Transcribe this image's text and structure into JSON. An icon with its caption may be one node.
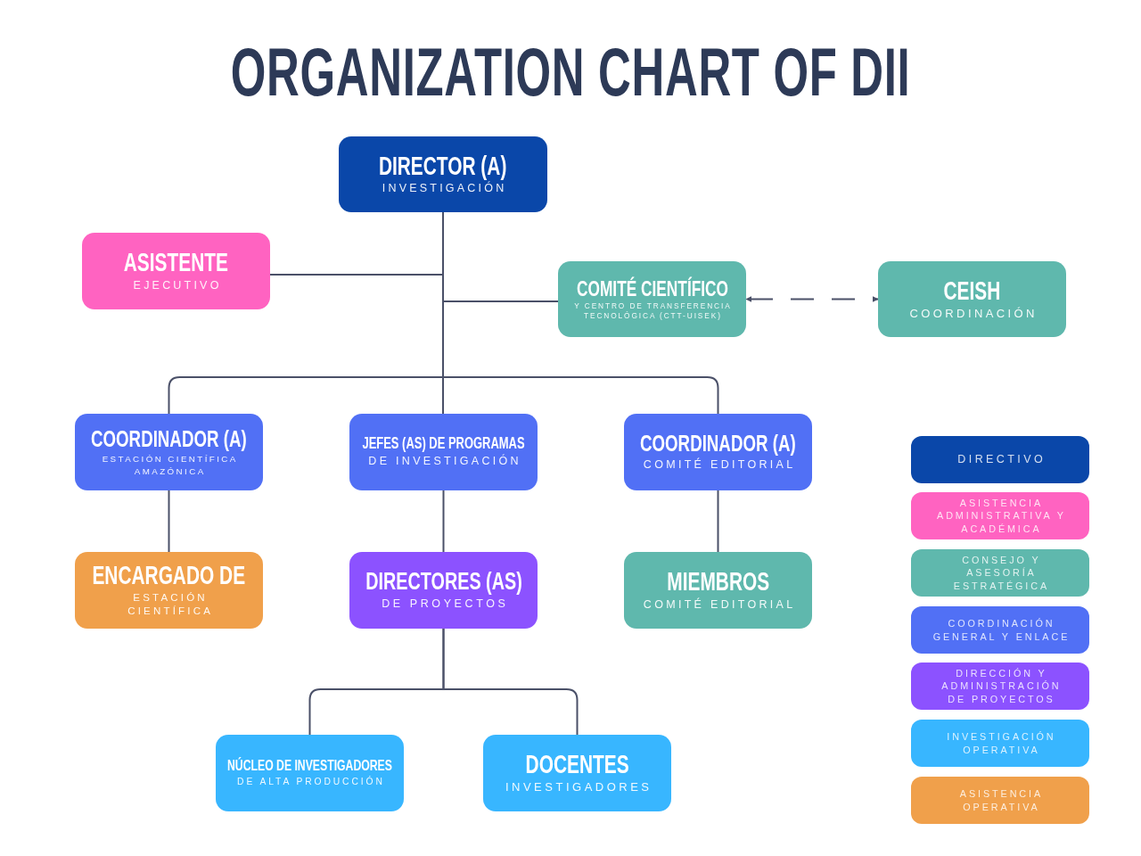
{
  "diagram": {
    "title": "ORGANIZATION CHART OF DII",
    "nodes": [
      {
        "text": [
          "DIRECTOR (A)",
          "INVESTIGACIÓN"
        ]
      },
      {
        "text": [
          "ASISTENTE",
          "EJECUTIVO"
        ]
      },
      {
        "text": [
          "COMITÉ CIENTÍFICO",
          "Y CENTRO DE TRANSFERENCIA TECNOLÓGICA (CTT-UISEK)"
        ]
      },
      {
        "text": [
          "CEISH",
          "COORDINACIÓN"
        ]
      },
      {
        "text": [
          "COORDINADOR (A)",
          "ESTACIÓN CIENTÍFICA AMAZÓNICA"
        ]
      },
      {
        "text": [
          "JEFES (AS) DE PROGRAMAS",
          "DE INVESTIGACIÓN"
        ]
      },
      {
        "text": [
          "COORDINADOR (A)",
          "COMITÉ EDITORIAL"
        ]
      },
      {
        "text": [
          "ENCARGADO DE",
          "ESTACIÓN CIENTÍFICA"
        ]
      },
      {
        "text": [
          "DIRECTORES (AS)",
          "DE PROYECTOS"
        ]
      },
      {
        "text": [
          "MIEMBROS",
          "COMITÉ EDITORIAL"
        ]
      },
      {
        "text": [
          "NÚCLEO DE INVESTIGADORES",
          "DE ALTA PRODUCCIÓN"
        ]
      },
      {
        "text": [
          "DOCENTES",
          "INVESTIGADORES"
        ]
      }
    ],
    "edges": [
      {
        "from": 0,
        "to": 1,
        "arrow": "none"
      },
      {
        "from": 0,
        "to": 2,
        "arrow": "none"
      },
      {
        "from": 0,
        "to": 4,
        "arrow": "none"
      },
      {
        "from": 0,
        "to": 5,
        "arrow": "none"
      },
      {
        "from": 0,
        "to": 6,
        "arrow": "none"
      },
      {
        "from": 2,
        "to": 3,
        "arrow": "both",
        "style": "dashed"
      },
      {
        "from": 4,
        "to": 7,
        "arrow": "none"
      },
      {
        "from": 5,
        "to": 8,
        "arrow": "none"
      },
      {
        "from": 6,
        "to": 9,
        "arrow": "none"
      },
      {
        "from": 8,
        "to": 10,
        "arrow": "none"
      },
      {
        "from": 8,
        "to": 11,
        "arrow": "none"
      }
    ],
    "legend": [
      {
        "text": "DIRECTIVO",
        "color": "#0a47a9"
      },
      {
        "text": "ASISTENCIA ADMINISTRATIVA Y ACADÉMICA",
        "color": "#ff63c1"
      },
      {
        "text": "CONSEJO Y ASESORÍA ESTRATÉGICA",
        "color": "#5fb8ad"
      },
      {
        "text": "COORDINACIÓN GENERAL Y ENLACE",
        "color": "#5170f5"
      },
      {
        "text": "DIRECCIÓN Y ADMINISTRACIÓN DE PROYECTOS",
        "color": "#8c52ff"
      },
      {
        "text": "INVESTIGACIÓN OPERATIVA",
        "color": "#38b6ff"
      },
      {
        "text": "ASISTENCIA OPERATIVA",
        "color": "#f0a04b"
      }
    ]
  }
}
